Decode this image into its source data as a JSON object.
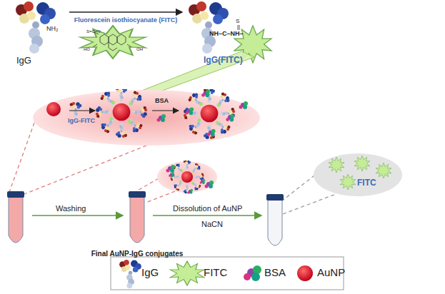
{
  "diagram": {
    "nodes": [
      {
        "text": [
          "NH₂",
          "IgG"
        ]
      },
      {
        "text": [
          "S",
          "NH–C–NH–",
          "IgG(FITC)"
        ]
      },
      {
        "text": [
          "IgG-FITC",
          "BSA"
        ]
      },
      {
        "text": [
          "Final AuNP-IgG conjugates"
        ]
      },
      {
        "text": [
          "FITC"
        ]
      }
    ],
    "edges": [
      {
        "from": 0,
        "to": 1,
        "arrow": "to",
        "label": "Fluorescein isothiocyanate (FITC)"
      }
    ],
    "labels": [
      "S=C=N",
      "HO",
      "OH",
      "Washing",
      "Dissolution of AuNP",
      "NaCN"
    ],
    "legend": [
      {
        "text": "IgG"
      },
      {
        "text": "FITC"
      },
      {
        "text": "BSA"
      },
      {
        "text": "AuNP"
      }
    ]
  }
}
